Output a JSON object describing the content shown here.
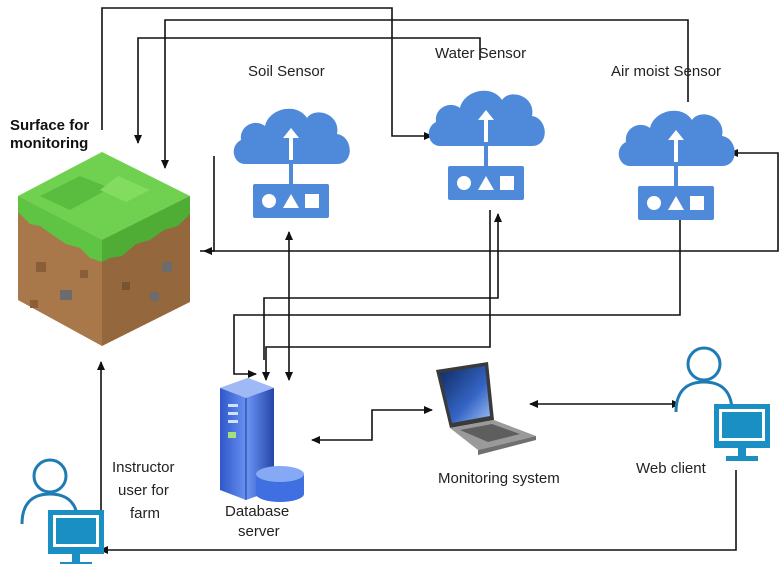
{
  "labels": {
    "soil_sensor": "Soil Sensor",
    "water_sensor": "Water Sensor",
    "air_sensor": "Air moist Sensor",
    "surface_line1": "Surface for",
    "surface_line2": "monitoring",
    "instructor_line1": "Instructor",
    "instructor_line2": "user for",
    "instructor_line3": "farm",
    "database_line1": "Database",
    "database_line2": "server",
    "monitoring_system": "Monitoring system",
    "web_client": "Web client"
  },
  "colors": {
    "cloud_fill": "#4f89d9",
    "sensor_box_fill": "#4f89d9",
    "person_stroke": "#1f7bb3",
    "monitor_fill": "#1a8fc4",
    "grass": "#66c94a",
    "dirt": "#a5794e",
    "server_blue": "#3f6fe0",
    "arrow": "#111111"
  },
  "icons": {
    "sensor": "cloud-upload-sensor-icon",
    "cube": "grass-block-icon",
    "database": "database-server-icon",
    "laptop": "laptop-icon",
    "user": "user-computer-icon"
  }
}
